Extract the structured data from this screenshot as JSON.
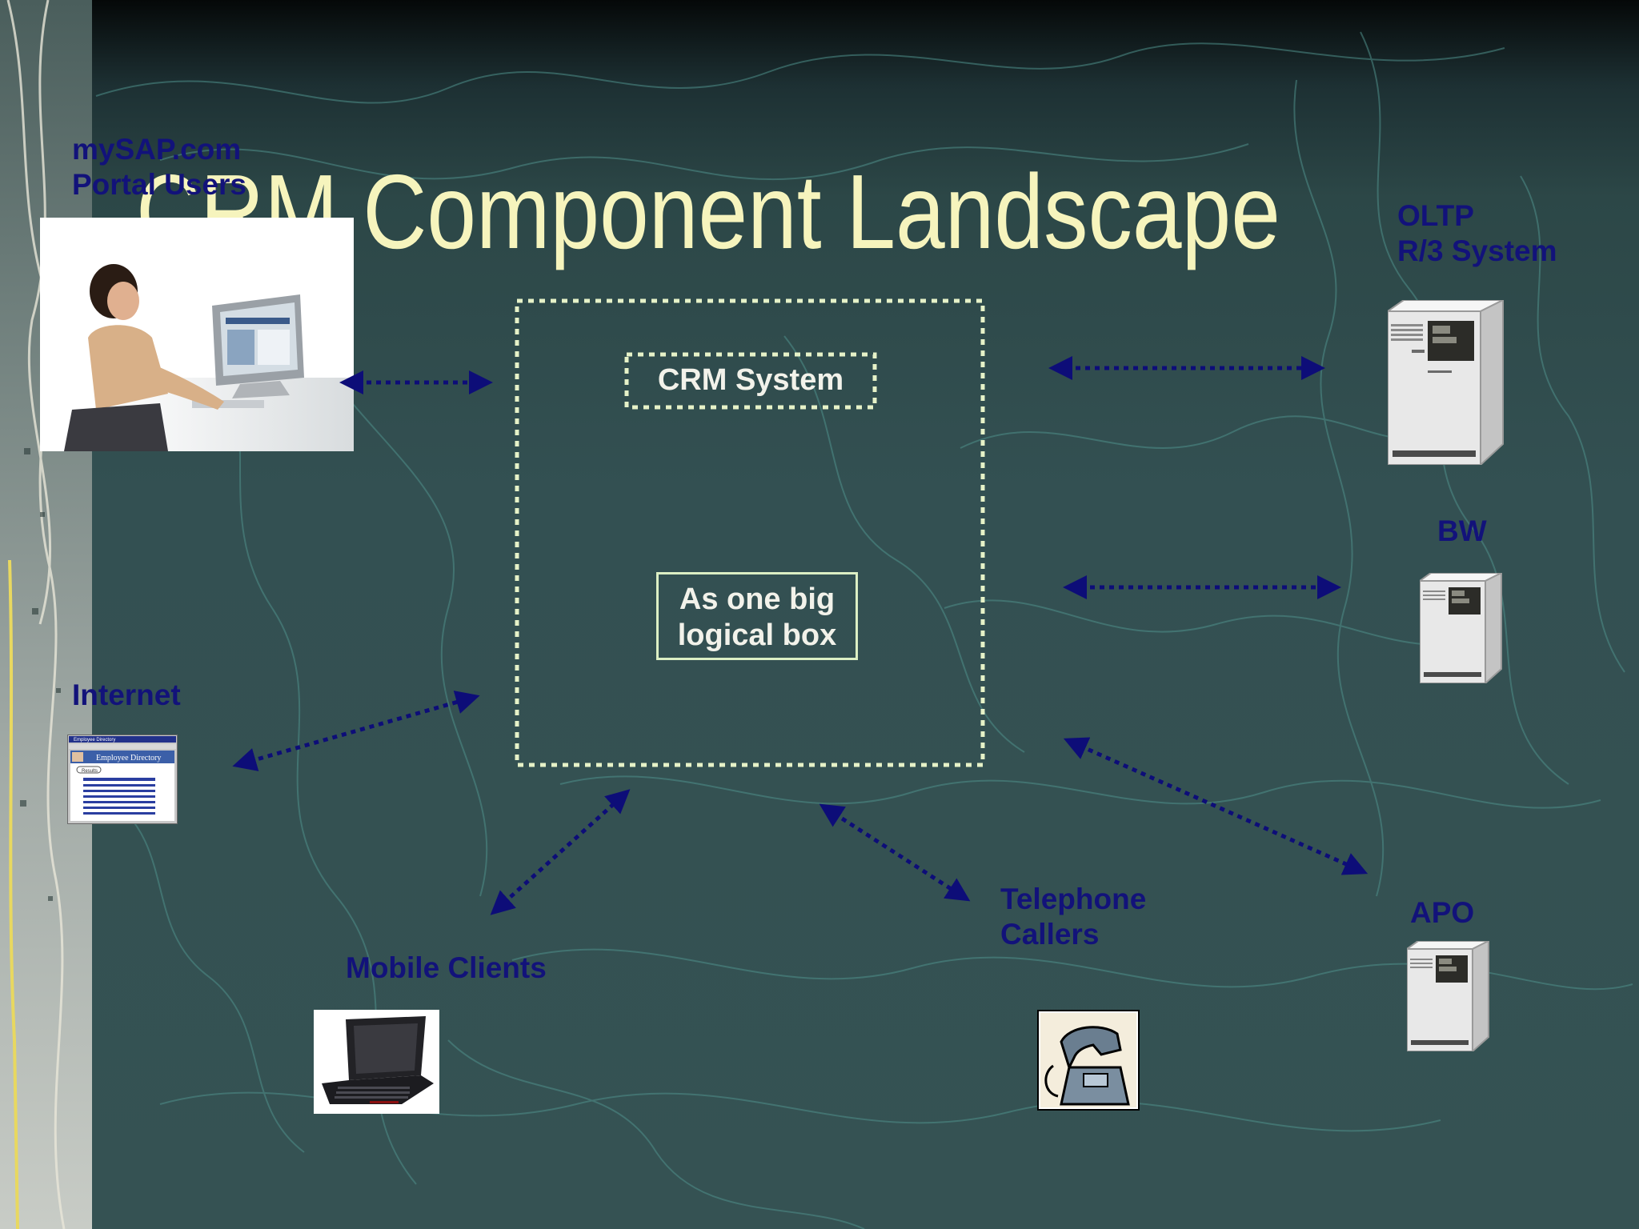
{
  "slide": {
    "title": "CRM Component Landscape"
  },
  "center": {
    "crm_system_label": "CRM System",
    "logical_box_line1": "As one big",
    "logical_box_line2": "logical box"
  },
  "nodes": {
    "portal_users": {
      "line1": "mySAP.com",
      "line2": "Portal Users"
    },
    "internet": {
      "label": "Internet"
    },
    "mobile_clients": {
      "label": "Mobile Clients"
    },
    "telephone_callers": {
      "line1": "Telephone",
      "line2": "Callers"
    },
    "oltp": {
      "line1": "OLTP",
      "line2": "R/3 System"
    },
    "bw": {
      "label": "BW"
    },
    "apo": {
      "label": "APO"
    }
  },
  "browser_window": {
    "window_title": "Employee Directory",
    "heading": "Employee Directory",
    "results_label": "Results"
  },
  "colors": {
    "title": "#f6f4bd",
    "node_label": "#12127a",
    "arrow": "#0d0d78",
    "dashed_box": "#e6f2c8",
    "background": "#335052"
  }
}
